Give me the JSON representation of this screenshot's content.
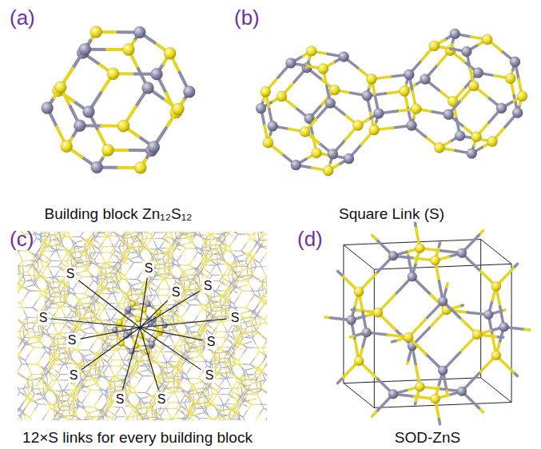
{
  "diagram": {
    "labels": [
      "(a)",
      "(b)",
      "Building block Zn₁₂S₁₂",
      "Square Link (S)",
      "(c)",
      "S",
      "S",
      "S",
      "S",
      "S",
      "S",
      "S",
      "S",
      "S",
      "S",
      "S",
      "S",
      "(d)",
      "12×S links for every building block",
      "SOD-ZnS"
    ]
  }
}
